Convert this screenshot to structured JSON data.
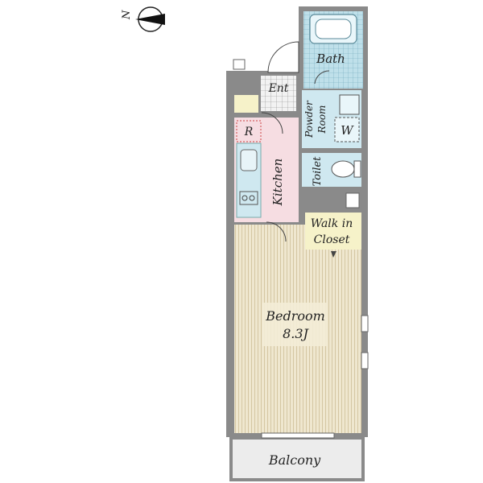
{
  "compass": {
    "label": "N"
  },
  "rooms": {
    "bath": "Bath",
    "entrance": "Ent",
    "powder_room_line1": "Powder",
    "powder_room_line2": "Room",
    "washer": "W",
    "refrigerator": "R",
    "kitchen": "Kitchen",
    "toilet": "Toilet",
    "walk_in_line1": "Walk in",
    "walk_in_line2": "Closet",
    "bedroom": "Bedroom",
    "bedroom_size": "8.3J",
    "balcony": "Balcony"
  },
  "colors": {
    "wall": "#8a8a8a",
    "wet_area": "#cfe8f0",
    "kitchen_floor": "#f6dde2",
    "closet_floor": "#f6f2c9",
    "bedroom_floor": "#efe7cf",
    "balcony_floor": "#ececec",
    "tile": "#b9dce8"
  }
}
